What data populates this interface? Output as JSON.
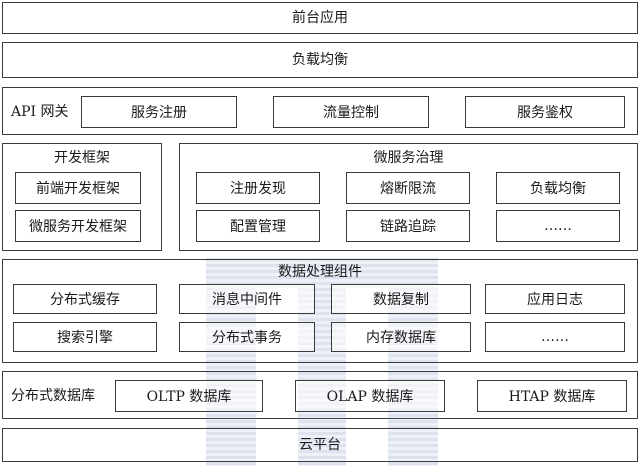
{
  "frontend": "前台应用",
  "load_balancer": "负载均衡",
  "api_gateway": {
    "label": "API 网关",
    "items": [
      "服务注册",
      "流量控制",
      "服务鉴权"
    ]
  },
  "dev_framework": {
    "title": "开发框架",
    "items": [
      "前端开发框架",
      "微服务开发框架"
    ]
  },
  "governance": {
    "title": "微服务治理",
    "items": [
      "注册发现",
      "熔断限流",
      "负载均衡",
      "配置管理",
      "链路追踪",
      "……"
    ]
  },
  "data_components": {
    "title": "数据处理组件",
    "row1": [
      "分布式缓存",
      "消息中间件",
      "数据复制",
      "应用日志"
    ],
    "row2": [
      "搜索引擎",
      "分布式事务",
      "内存数据库",
      "……"
    ]
  },
  "databases": {
    "label": "分布式数据库",
    "items": [
      "OLTP 数据库",
      "OLAP 数据库",
      "HTAP 数据库"
    ]
  },
  "cloud": "云平台"
}
